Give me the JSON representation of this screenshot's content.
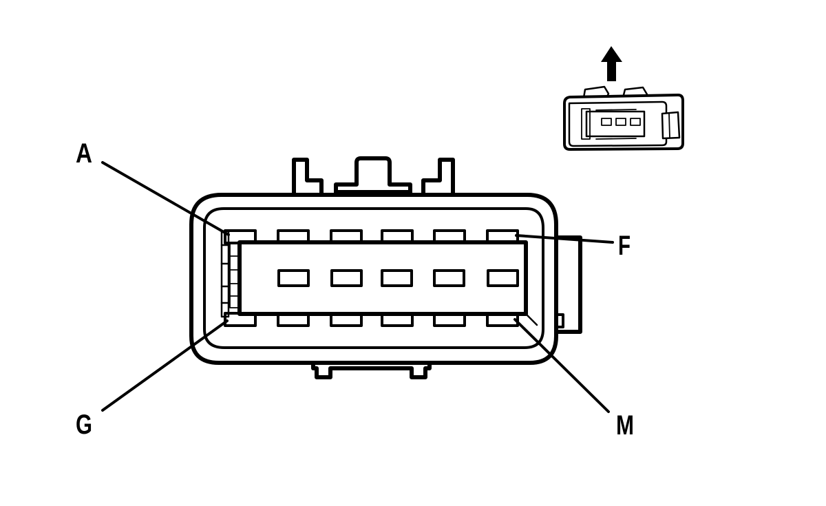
{
  "diagram": {
    "pin_labels": {
      "a": "A",
      "f": "F",
      "g": "G",
      "m": "M"
    },
    "icons": {
      "orientation_arrow": "up-arrow-icon",
      "connector_thumbnail": "connector-thumbnail-icon"
    },
    "colors": {
      "line": "#000000",
      "background": "#ffffff"
    }
  }
}
